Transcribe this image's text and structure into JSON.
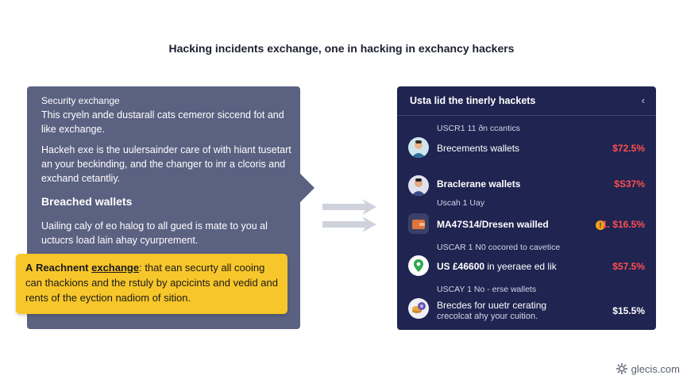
{
  "page_title": "Hacking incidents exchange, one in hacking in exchancy hackers",
  "left_panel": {
    "heading_small": "Security exchange",
    "paragraph_1": "This cryeln ande dustarall cats cemeror siccend fot and like exchange.",
    "paragraph_2": "Hackeh exe is the uulersainder care of with hiant tusetart an your beckinding, and the changer to inr a clcoris and exchand cetantliy.",
    "heading_large": "Breached wallets",
    "paragraph_3": "Uailing caly of eo halog to all gued is mate to you al uctucrs load lain ahay cyurprement.",
    "callout": {
      "prefix": "A",
      "lead": "Reachnent",
      "link": "exchange",
      "body": ": that ean securty all cooing can thackions and the rstuly by apcicints and vedid and rents of the eyction nadiom of sition."
    }
  },
  "right_panel": {
    "title": "Usta lid the tinerly hackets",
    "close_glyph": "‹",
    "rows": [
      {
        "section": "USCR1 11 ðn ccantics",
        "label": "Brecements wallets",
        "value": "$72.5%",
        "icon": "person-avatar-icon",
        "value_color": "#ff4f4f"
      },
      {
        "section": "",
        "label": "Braclerane wallets",
        "value": "$S37%",
        "icon": "person-avatar-icon",
        "value_color": "#ff4f4f"
      },
      {
        "section": "Uscah 1 Uay",
        "label": "MA47S14/Dresen wailled",
        "value": "1. $16.5%",
        "badge": "!",
        "icon": "wallet-icon",
        "value_color": "#ff4f4f"
      },
      {
        "section": "USCAR 1 N0 cocored to cavetice",
        "label": "US £46600",
        "label_suffix": " in yeeraee ed lik",
        "value": "$57.5%",
        "icon": "location-pin-icon",
        "value_color": "#ff4f4f"
      },
      {
        "section": "USCAY 1 No - erse wallets",
        "label": "Brecdes for uuetr cerating",
        "sub": "crecolcat ahy your cuition.",
        "value": "$15.5%",
        "icon": "coin-stack-icon",
        "value_color": "#ffffff"
      }
    ]
  },
  "footer": {
    "brand": "glecis.com",
    "icon": "gear-logo-icon"
  },
  "colors": {
    "left_panel": "#5b6181",
    "right_panel": "#1f2450",
    "callout": "#f7c62a",
    "alert_red": "#ff4f4f"
  }
}
